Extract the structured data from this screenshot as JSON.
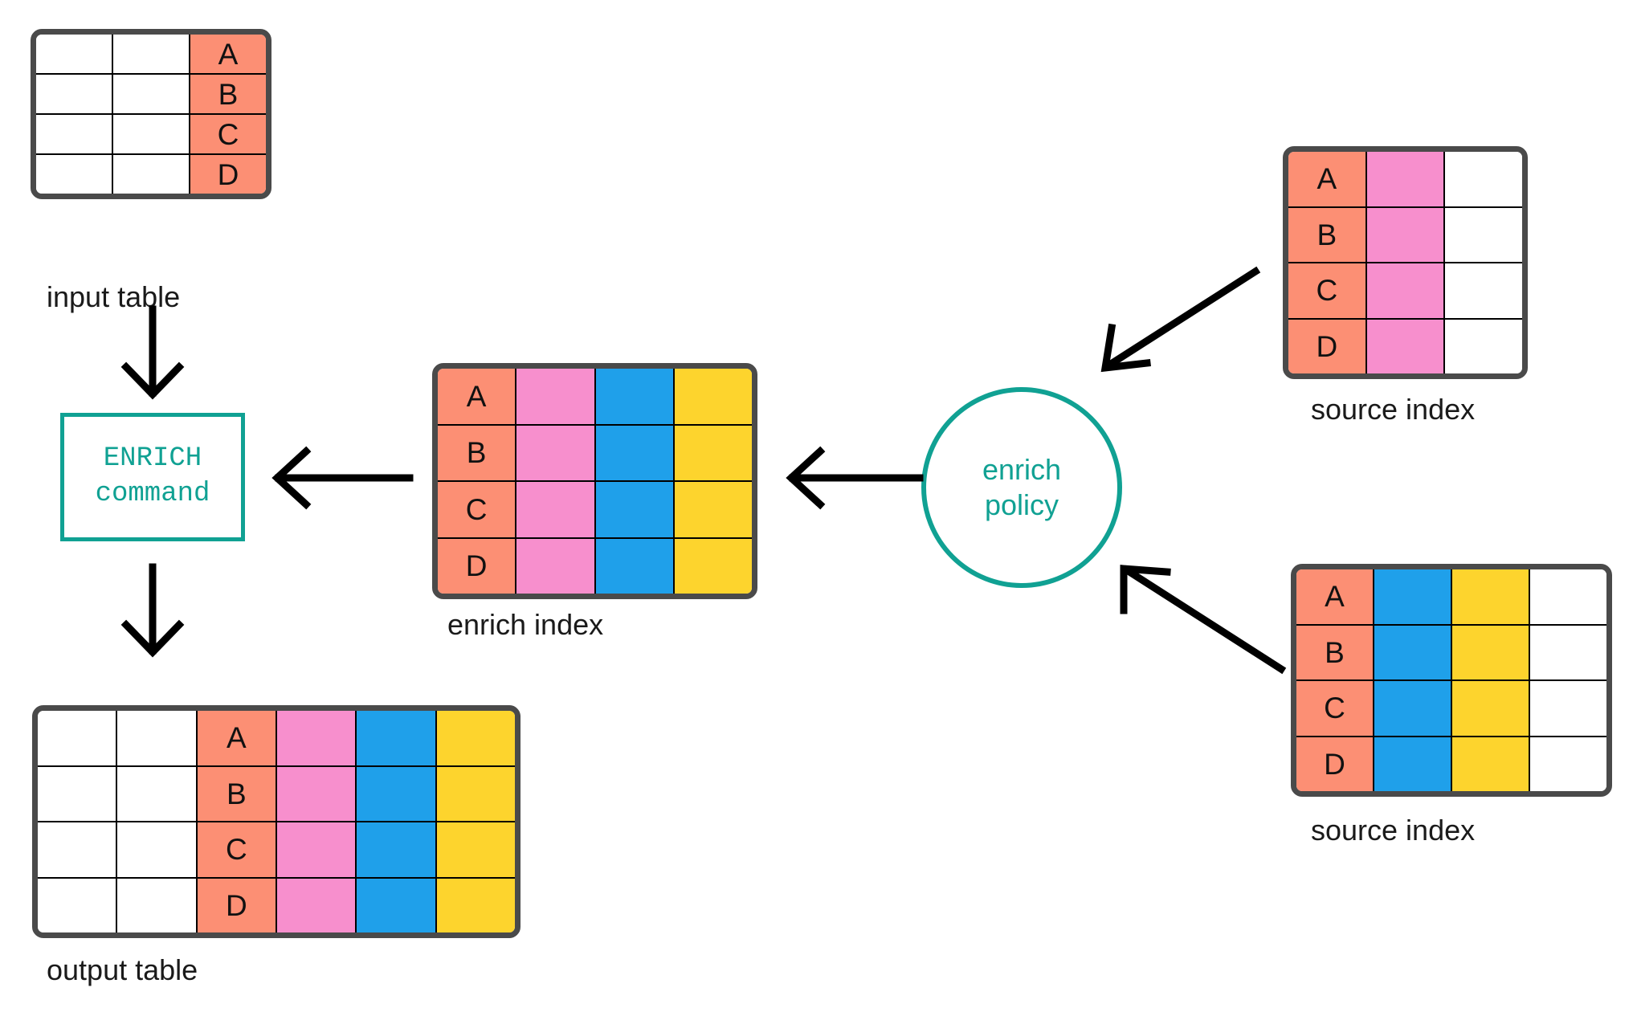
{
  "palette": {
    "salmon": "#fc8f74",
    "pink": "#f78fcd",
    "blue": "#1fa0ea",
    "yellow": "#fdd42d",
    "white": "#ffffff",
    "teal": "#10a193",
    "border_dark": "#4a4a4a",
    "grid_black": "#000000"
  },
  "input_table": {
    "caption": "input table",
    "columns": 3,
    "rows": [
      {
        "cells": [
          {
            "value": "",
            "color": "white"
          },
          {
            "value": "",
            "color": "white"
          },
          {
            "value": "A",
            "color": "salmon"
          }
        ]
      },
      {
        "cells": [
          {
            "value": "",
            "color": "white"
          },
          {
            "value": "",
            "color": "white"
          },
          {
            "value": "B",
            "color": "salmon"
          }
        ]
      },
      {
        "cells": [
          {
            "value": "",
            "color": "white"
          },
          {
            "value": "",
            "color": "white"
          },
          {
            "value": "C",
            "color": "salmon"
          }
        ]
      },
      {
        "cells": [
          {
            "value": "",
            "color": "white"
          },
          {
            "value": "",
            "color": "white"
          },
          {
            "value": "D",
            "color": "salmon"
          }
        ]
      }
    ]
  },
  "enrich_command": {
    "line1": "ENRICH",
    "line2": "command"
  },
  "enrich_index": {
    "caption": "enrich index",
    "columns": 4,
    "rows": [
      {
        "cells": [
          {
            "value": "A",
            "color": "salmon"
          },
          {
            "value": "",
            "color": "pink"
          },
          {
            "value": "",
            "color": "blue"
          },
          {
            "value": "",
            "color": "yellow"
          }
        ]
      },
      {
        "cells": [
          {
            "value": "B",
            "color": "salmon"
          },
          {
            "value": "",
            "color": "pink"
          },
          {
            "value": "",
            "color": "blue"
          },
          {
            "value": "",
            "color": "yellow"
          }
        ]
      },
      {
        "cells": [
          {
            "value": "C",
            "color": "salmon"
          },
          {
            "value": "",
            "color": "pink"
          },
          {
            "value": "",
            "color": "blue"
          },
          {
            "value": "",
            "color": "yellow"
          }
        ]
      },
      {
        "cells": [
          {
            "value": "D",
            "color": "salmon"
          },
          {
            "value": "",
            "color": "pink"
          },
          {
            "value": "",
            "color": "blue"
          },
          {
            "value": "",
            "color": "yellow"
          }
        ]
      }
    ]
  },
  "enrich_policy": {
    "line1": "enrich",
    "line2": "policy"
  },
  "source_index_top": {
    "caption": "source index",
    "columns": 3,
    "rows": [
      {
        "cells": [
          {
            "value": "A",
            "color": "salmon"
          },
          {
            "value": "",
            "color": "pink"
          },
          {
            "value": "",
            "color": "white"
          }
        ]
      },
      {
        "cells": [
          {
            "value": "B",
            "color": "salmon"
          },
          {
            "value": "",
            "color": "pink"
          },
          {
            "value": "",
            "color": "white"
          }
        ]
      },
      {
        "cells": [
          {
            "value": "C",
            "color": "salmon"
          },
          {
            "value": "",
            "color": "pink"
          },
          {
            "value": "",
            "color": "white"
          }
        ]
      },
      {
        "cells": [
          {
            "value": "D",
            "color": "salmon"
          },
          {
            "value": "",
            "color": "pink"
          },
          {
            "value": "",
            "color": "white"
          }
        ]
      }
    ]
  },
  "source_index_bottom": {
    "caption": "source index",
    "columns": 4,
    "rows": [
      {
        "cells": [
          {
            "value": "A",
            "color": "salmon"
          },
          {
            "value": "",
            "color": "blue"
          },
          {
            "value": "",
            "color": "yellow"
          },
          {
            "value": "",
            "color": "white"
          }
        ]
      },
      {
        "cells": [
          {
            "value": "B",
            "color": "salmon"
          },
          {
            "value": "",
            "color": "blue"
          },
          {
            "value": "",
            "color": "yellow"
          },
          {
            "value": "",
            "color": "white"
          }
        ]
      },
      {
        "cells": [
          {
            "value": "C",
            "color": "salmon"
          },
          {
            "value": "",
            "color": "blue"
          },
          {
            "value": "",
            "color": "yellow"
          },
          {
            "value": "",
            "color": "white"
          }
        ]
      },
      {
        "cells": [
          {
            "value": "D",
            "color": "salmon"
          },
          {
            "value": "",
            "color": "blue"
          },
          {
            "value": "",
            "color": "yellow"
          },
          {
            "value": "",
            "color": "white"
          }
        ]
      }
    ]
  },
  "output_table": {
    "caption": "output table",
    "columns": 6,
    "rows": [
      {
        "cells": [
          {
            "value": "",
            "color": "white"
          },
          {
            "value": "",
            "color": "white"
          },
          {
            "value": "A",
            "color": "salmon"
          },
          {
            "value": "",
            "color": "pink"
          },
          {
            "value": "",
            "color": "blue"
          },
          {
            "value": "",
            "color": "yellow"
          }
        ]
      },
      {
        "cells": [
          {
            "value": "",
            "color": "white"
          },
          {
            "value": "",
            "color": "white"
          },
          {
            "value": "B",
            "color": "salmon"
          },
          {
            "value": "",
            "color": "pink"
          },
          {
            "value": "",
            "color": "blue"
          },
          {
            "value": "",
            "color": "yellow"
          }
        ]
      },
      {
        "cells": [
          {
            "value": "",
            "color": "white"
          },
          {
            "value": "",
            "color": "white"
          },
          {
            "value": "C",
            "color": "salmon"
          },
          {
            "value": "",
            "color": "pink"
          },
          {
            "value": "",
            "color": "blue"
          },
          {
            "value": "",
            "color": "yellow"
          }
        ]
      },
      {
        "cells": [
          {
            "value": "",
            "color": "white"
          },
          {
            "value": "",
            "color": "white"
          },
          {
            "value": "D",
            "color": "salmon"
          },
          {
            "value": "",
            "color": "pink"
          },
          {
            "value": "",
            "color": "blue"
          },
          {
            "value": "",
            "color": "yellow"
          }
        ]
      }
    ]
  },
  "arrows": [
    {
      "name": "arrow-input-to-command",
      "direction": "down"
    },
    {
      "name": "arrow-command-to-output",
      "direction": "down"
    },
    {
      "name": "arrow-enrich-index-to-command",
      "direction": "left"
    },
    {
      "name": "arrow-policy-to-enrich-index",
      "direction": "left"
    },
    {
      "name": "arrow-source-top-to-policy",
      "direction": "down-left"
    },
    {
      "name": "arrow-source-bottom-to-policy",
      "direction": "up-left"
    }
  ]
}
